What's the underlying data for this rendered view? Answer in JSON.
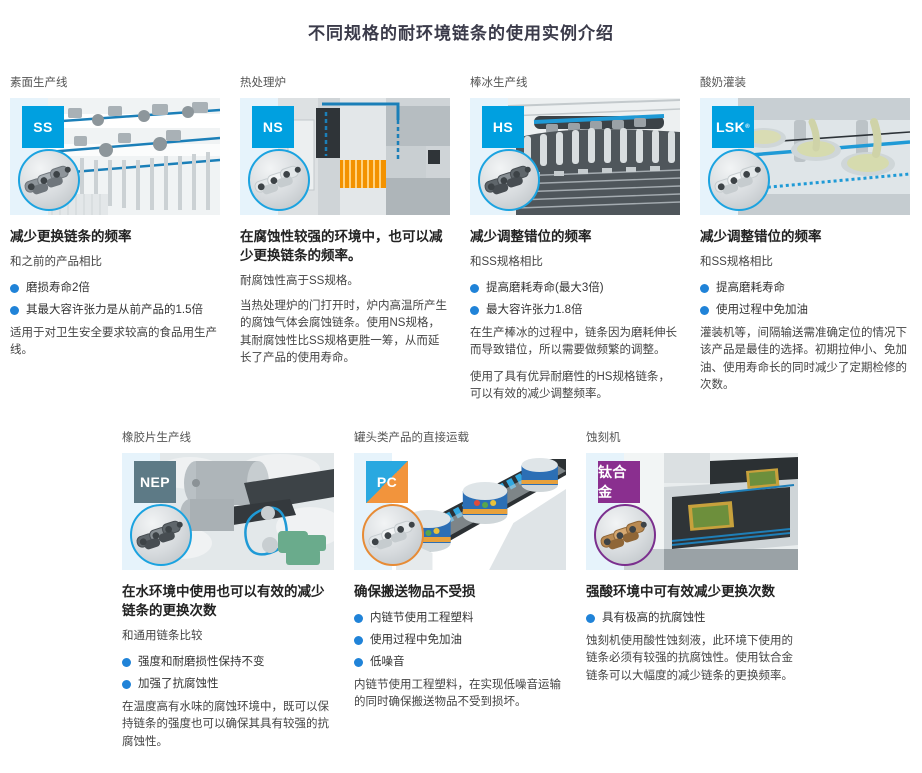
{
  "page": {
    "title": "不同规格的耐环境链条的使用实例介绍",
    "accent_blue": "#00a0e0",
    "bullet_blue": "#2083d8",
    "figure_bg": "#e6f3fb",
    "purple": "#7b2f8e",
    "orange": "#f2943c"
  },
  "cards": [
    {
      "eyebrow": "素面生产线",
      "badge": {
        "label": "SS",
        "color": "#00a0e0",
        "ring": "#1ba3e0"
      },
      "heading": "减少更换链条的频率",
      "sub": "和之前的产品相比",
      "bullets": [
        "磨损寿命2倍",
        "其最大容许张力是从前产品的1.5倍"
      ],
      "paragraphs": [
        "适用于对卫生安全要求较高的食品用生产线。"
      ]
    },
    {
      "eyebrow": "热处理炉",
      "badge": {
        "label": "NS",
        "color": "#00a0e0",
        "ring": "#1ba3e0"
      },
      "heading": "在腐蚀性较强的环境中，也可以减少更换链条的频率。",
      "sub": "耐腐蚀性高于SS规格。",
      "bullets": [],
      "paragraphs": [
        "当热处理炉的门打开时，炉内高温所产生的腐蚀气体会腐蚀链条。使用NS规格，其耐腐蚀性比SS规格更胜一筹，从而延长了产品的使用寿命。"
      ]
    },
    {
      "eyebrow": "棒冰生产线",
      "badge": {
        "label": "HS",
        "color": "#00a0e0",
        "ring": "#1ba3e0"
      },
      "heading": "减少调整错位的频率",
      "sub": "和SS规格相比",
      "bullets": [
        "提高磨耗寿命(最大3倍)",
        "最大容许张力1.8倍"
      ],
      "paragraphs": [
        "在生产棒冰的过程中，链条因为磨耗伸长而导致错位，所以需要做频繁的调整。",
        "使用了具有优异耐磨性的HS规格链条，可以有效的减少调整频率。"
      ]
    },
    {
      "eyebrow": "酸奶灌装",
      "badge": {
        "label": "LSK",
        "sup": "®",
        "color": "#00a0e0",
        "ring": "#1ba3e0"
      },
      "heading": "减少调整错位的频率",
      "sub": "和SS规格相比",
      "bullets": [
        "提高磨耗寿命",
        "使用过程中免加油"
      ],
      "paragraphs": [
        "灌装机等，间隔输送需准确定位的情况下该产品是最佳的选择。初期拉伸小、免加油、使用寿命长的同时减少了定期检修的次数。"
      ]
    },
    {
      "eyebrow": "橡胶片生产线",
      "badge": {
        "label": "NEP",
        "color": "#5d7a86",
        "ring": "#1ba3e0"
      },
      "heading": "在水环境中使用也可以有效的减少链条的更换次数",
      "sub": "和通用链条比较",
      "bullets": [
        "强度和耐磨损性保持不变",
        "加强了抗腐蚀性"
      ],
      "paragraphs": [
        "在温度高有水味的腐蚀环境中，既可以保持链条的强度也可以确保其具有较强的抗腐蚀性。"
      ]
    },
    {
      "eyebrow": "罐头类产品的直接运载",
      "badge": {
        "label": "PC",
        "color": "#29a8e0",
        "color2": "#f2943c",
        "ring": "#e78b35"
      },
      "heading": "确保搬送物品不受损",
      "sub": "",
      "bullets": [
        "内链节使用工程塑料",
        "使用过程中免加油",
        "低噪音"
      ],
      "paragraphs": [
        "内链节使用工程塑料，在实现低噪音运输的同时确保搬送物品不受到损坏。"
      ]
    },
    {
      "eyebrow": "蚀刻机",
      "badge": {
        "label": "钛合金",
        "color": "#8a2f8f",
        "ring": "#7b2f8e"
      },
      "heading": "强酸环境中可有效减少更换次数",
      "sub": "",
      "bullets": [
        "具有极高的抗腐蚀性"
      ],
      "paragraphs": [
        "蚀刻机使用酸性蚀刻液，此环境下使用的链条必须有较强的抗腐蚀性。使用钛合金链条可以大幅度的减少链条的更换频率。"
      ]
    }
  ]
}
